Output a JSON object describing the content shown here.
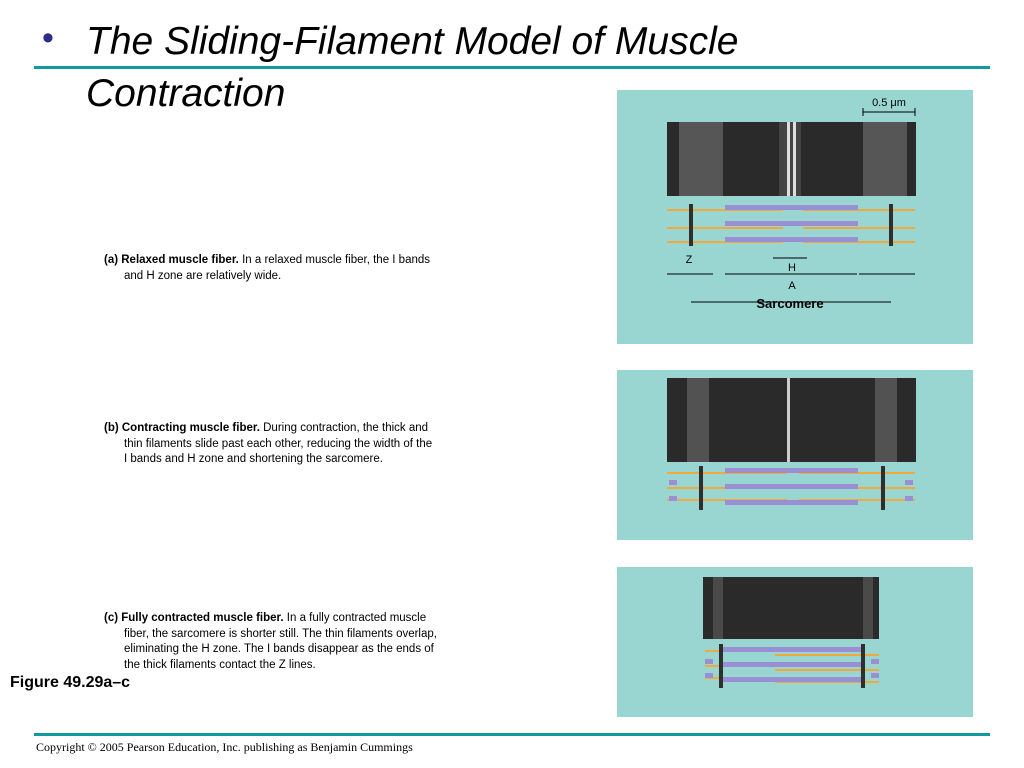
{
  "slide": {
    "bullet": "•",
    "title": "The Sliding-Filament Model of Muscle Contraction",
    "figure_label": "Figure 49.29a–c",
    "copyright": "Copyright © 2005 Pearson Education, Inc. publishing as Benjamin Cummings"
  },
  "captions": {
    "a": {
      "lead": "(a) Relaxed muscle fiber.",
      "text1": "In a relaxed muscle fiber, the I bands",
      "text2": "and H zone are relatively wide."
    },
    "b": {
      "lead": "(b) Contracting muscle fiber.",
      "text1": "During contraction, the thick and",
      "text2": "thin filaments slide past each other, reducing the width of the",
      "text3": "I bands and H zone and shortening the sarcomere."
    },
    "c": {
      "lead": "(c) Fully contracted muscle fiber.",
      "text1": "In a fully contracted muscle",
      "text2": "fiber, the sarcomere is shorter still. The thin filaments overlap,",
      "text3": "eliminating the H zone. The I bands disappear as the ends of",
      "text4": "the thick filaments contact the Z lines."
    }
  },
  "diagram_labels": {
    "scale": "0.5 μm",
    "z": "Z",
    "h": "H",
    "a": "A",
    "sarcomere": "Sarcomere"
  },
  "colors": {
    "panel_bg": "#99d6d1",
    "thick_filament": "#9b8fd4",
    "thin_filament": "#f2a93b",
    "z_line": "#2f2f2f",
    "rule": "#109aa0",
    "bullet": "#2b2b8a"
  }
}
